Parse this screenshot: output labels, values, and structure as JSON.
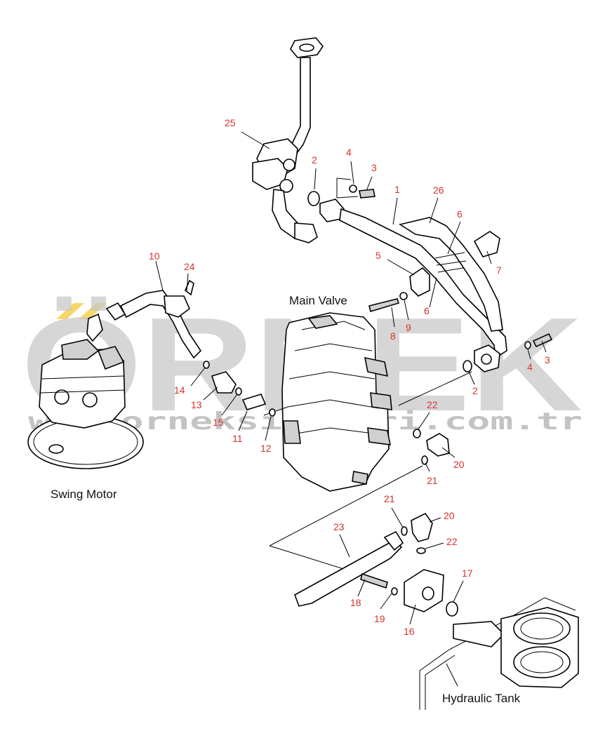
{
  "labels": {
    "main_valve": "Main Valve",
    "swing_motor": "Swing Motor",
    "hydraulic_tank": "Hydraulic Tank"
  },
  "watermark": {
    "text": "ÖRNEK",
    "url": "www.orneksimalari.com.tr",
    "color": "#c9c9c9"
  },
  "callout_color": "#d8322d",
  "callouts": [
    {
      "id": "c1",
      "text": "1"
    },
    {
      "id": "c2a",
      "text": "2"
    },
    {
      "id": "c2b",
      "text": "2"
    },
    {
      "id": "c3a",
      "text": "3"
    },
    {
      "id": "c3b",
      "text": "3"
    },
    {
      "id": "c4a",
      "text": "4"
    },
    {
      "id": "c4b",
      "text": "4"
    },
    {
      "id": "c5",
      "text": "5"
    },
    {
      "id": "c6a",
      "text": "6"
    },
    {
      "id": "c6b",
      "text": "6"
    },
    {
      "id": "c7",
      "text": "7"
    },
    {
      "id": "c8",
      "text": "8"
    },
    {
      "id": "c9",
      "text": "9"
    },
    {
      "id": "c10",
      "text": "10"
    },
    {
      "id": "c11",
      "text": "11"
    },
    {
      "id": "c12",
      "text": "12"
    },
    {
      "id": "c13",
      "text": "13"
    },
    {
      "id": "c14",
      "text": "14"
    },
    {
      "id": "c15",
      "text": "15"
    },
    {
      "id": "c16",
      "text": "16"
    },
    {
      "id": "c17",
      "text": "17"
    },
    {
      "id": "c18",
      "text": "18"
    },
    {
      "id": "c19",
      "text": "19"
    },
    {
      "id": "c20a",
      "text": "20"
    },
    {
      "id": "c20b",
      "text": "20"
    },
    {
      "id": "c21a",
      "text": "21"
    },
    {
      "id": "c21b",
      "text": "21"
    },
    {
      "id": "c22a",
      "text": "22"
    },
    {
      "id": "c22b",
      "text": "22"
    },
    {
      "id": "c23",
      "text": "23"
    },
    {
      "id": "c24",
      "text": "24"
    },
    {
      "id": "c25",
      "text": "25"
    },
    {
      "id": "c26",
      "text": "26"
    }
  ]
}
